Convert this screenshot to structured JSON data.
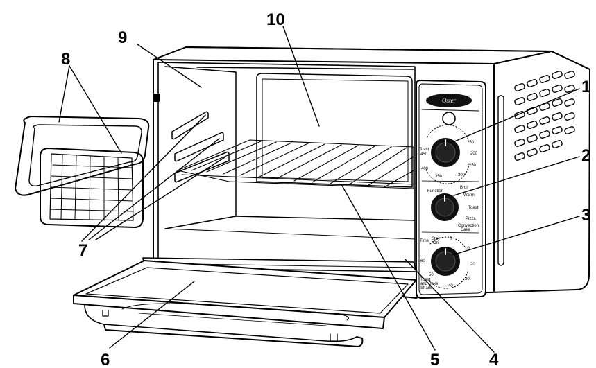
{
  "callouts": {
    "c1": "1",
    "c2": "2",
    "c3": "3",
    "c4": "4",
    "c5": "5",
    "c6": "6",
    "c7": "7",
    "c8": "8",
    "c9": "9",
    "c10": "10"
  },
  "brand": "Oster",
  "temp_dial": {
    "left_label_1": "Toast",
    "left_label_2": "450",
    "t400": "400",
    "t350": "350",
    "t300": "300",
    "t250": "250",
    "t200": "200",
    "t150": "150"
  },
  "function_dial": {
    "broil": "Broil",
    "warm": "Warm",
    "toast": "Toast",
    "pizza": "Pizza",
    "convection": "Convection",
    "bake": "Bake",
    "left_label": "Function"
  },
  "timer_dial": {
    "time": "Time",
    "stay_on": "Stay",
    "stay_on_2": "On",
    "t0": "0",
    "t10": "10",
    "t20": "20",
    "t30": "30",
    "t40": "40",
    "t50": "50",
    "t60": "60",
    "toast_note_1": "Toast",
    "toast_note_2": "and Bake",
    "toast_note_3": "Shade"
  },
  "colors": {
    "stroke": "#000000",
    "fill": "#ffffff",
    "panel": "#f2f2f2",
    "knob": "#111111"
  }
}
